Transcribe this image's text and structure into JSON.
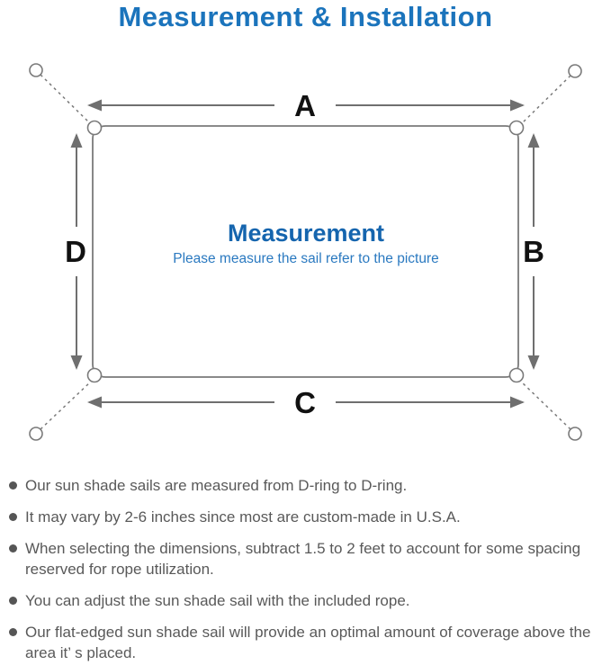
{
  "title": "Measurement & Installation",
  "diagram": {
    "label_a": "A",
    "label_b": "B",
    "label_c": "C",
    "label_d": "D",
    "center_heading": "Measurement",
    "center_subtext": "Please measure the sail refer to the picture"
  },
  "notes": {
    "items": [
      "Our sun shade sails are measured from D-ring to D-ring.",
      "It may vary by 2-6 inches since most are custom-made in U.S.A.",
      "When selecting the dimensions, subtract 1.5 to 2 feet to account for some spacing reserved for rope utilization.",
      "You can adjust the sun shade sail with the included rope.",
      "Our flat-edged sun shade sail will provide an optimal amount of coverage above the area it’ s placed."
    ]
  },
  "colors": {
    "title_blue": "#1b74bc",
    "heading_blue": "#1565ae",
    "subtext_blue": "#2a79c0",
    "diagram_line_gray": "#7a7a7a",
    "arrow_gray": "#6f6f6f",
    "dimension_label_black": "#111111",
    "note_text_gray": "#595959",
    "bullet_gray": "#555555",
    "background": "#ffffff"
  }
}
